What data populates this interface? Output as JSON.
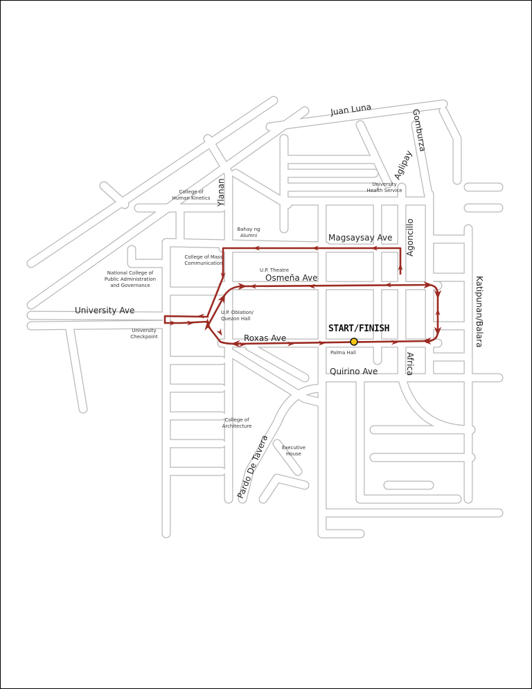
{
  "streets": {
    "juan_luna": "Juan Luna",
    "gomburza": "Gomburza",
    "aglipay": "Aglipay",
    "ylanan": "Ylanan",
    "agoncillo": "Agoncillo",
    "magsaysay": "Magsaysay Ave",
    "osmena": "Osmeña Ave",
    "university": "University Ave",
    "roxas": "Roxas Ave",
    "quirino": "Quirino Ave",
    "africa": "Africa",
    "katipunan": "Katipunan/Balara",
    "pardo": "Pardo De Tavera"
  },
  "landmarks": {
    "health_1": "University",
    "health_2": "Health Service",
    "kinetics_1": "College of",
    "kinetics_2": "Human Kinetics",
    "alumni_1": "Bahay ng",
    "alumni_2": "Alumni",
    "masscom_1": "College of Mass",
    "masscom_2": "Communication",
    "theatre": "U.P. Theatre",
    "ncpag_1": "National College of",
    "ncpag_2": "Public Administration",
    "ncpag_3": "and Governance",
    "checkpoint_1": "University",
    "checkpoint_2": "Checkpoint",
    "oblation_1": "U.P. Oblation/",
    "oblation_2": "Quezon Hall",
    "palma": "Palma Hall",
    "arch_1": "College of",
    "arch_2": "Architecture",
    "exec_1": "Executive",
    "exec_2": "House"
  },
  "start_finish": "START/FINISH",
  "colors": {
    "route": "#9b2a22",
    "marker": "#f5c518",
    "road": "#b8b8b8"
  }
}
